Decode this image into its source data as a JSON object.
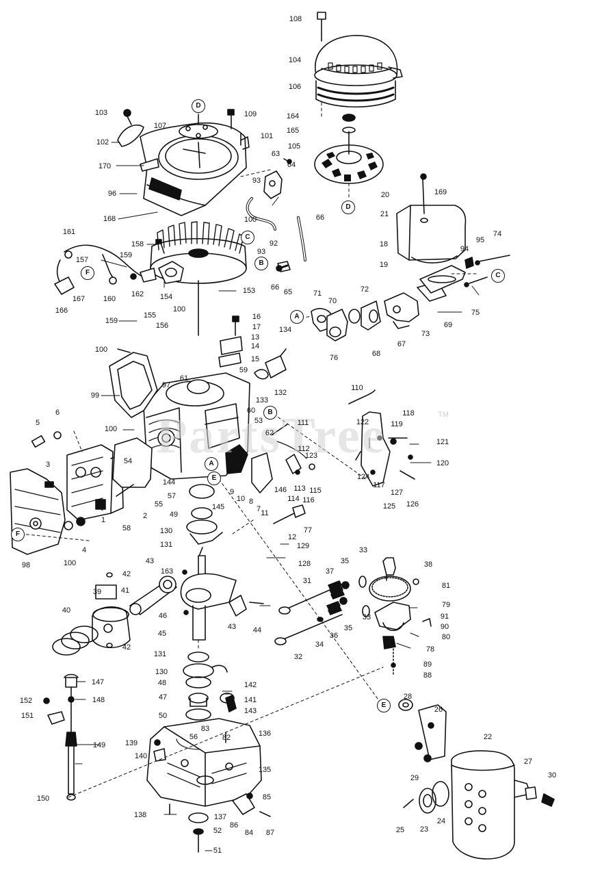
{
  "watermark": {
    "text": "PartsTree",
    "tm": "TM"
  },
  "callouts": {
    "D1": "D",
    "D2": "D",
    "C1": "C",
    "C2": "C",
    "B1": "B",
    "B2": "B",
    "A1": "A",
    "A2": "A",
    "E1": "E",
    "E2": "E",
    "F1": "F",
    "F2": "F"
  },
  "labels": {
    "p1": "1",
    "p2": "2",
    "p3": "3",
    "p4": "4",
    "p5": "5",
    "p6": "6",
    "p7": "7",
    "p8": "8",
    "p9": "9",
    "p10": "10",
    "p11": "11",
    "p12": "12",
    "p13": "13",
    "p14": "14",
    "p15": "15",
    "p16": "16",
    "p17": "17",
    "p18": "18",
    "p19": "19",
    "p20": "20",
    "p21": "21",
    "p22": "22",
    "p23": "23",
    "p24": "24",
    "p25": "25",
    "p26": "26",
    "p27": "27",
    "p28": "28",
    "p29": "29",
    "p30": "30",
    "p31": "31",
    "p32": "32",
    "p33a": "33",
    "p33b": "33",
    "p34": "34",
    "p35a": "35",
    "p35b": "35",
    "p36": "36",
    "p37": "37",
    "p38": "38",
    "p39": "39",
    "p40": "40",
    "p41": "41",
    "p42a": "42",
    "p42b": "42",
    "p43a": "43",
    "p43b": "43",
    "p44": "44",
    "p45": "45",
    "p46": "46",
    "p47": "47",
    "p48": "48",
    "p49": "49",
    "p50": "50",
    "p51": "51",
    "p52": "52",
    "p53": "53",
    "p54": "54",
    "p55": "55",
    "p56": "56",
    "p57": "57",
    "p58": "58",
    "p59": "59",
    "p60": "60",
    "p61": "61",
    "p62": "62",
    "p63": "63",
    "p64": "64",
    "p65": "65",
    "p66a": "66",
    "p66b": "66",
    "p67": "67",
    "p68": "68",
    "p69": "69",
    "p70": "70",
    "p71": "71",
    "p72": "72",
    "p73": "73",
    "p74": "74",
    "p75": "75",
    "p76": "76",
    "p77": "77",
    "p78": "78",
    "p79": "79",
    "p80": "80",
    "p81": "81",
    "p82": "82",
    "p83": "83",
    "p84": "84",
    "p85": "85",
    "p86": "86",
    "p87": "87",
    "p88": "88",
    "p89": "89",
    "p90": "90",
    "p91": "91",
    "p92": "92",
    "p93a": "93",
    "p93b": "93",
    "p94": "94",
    "p95": "95",
    "p96": "96",
    "p97": "97",
    "p98": "98",
    "p99": "99",
    "p100a": "100",
    "p100b": "100",
    "p100c": "100",
    "p100d": "100",
    "p100e": "100",
    "p101": "101",
    "p102": "102",
    "p103": "103",
    "p104": "104",
    "p105": "105",
    "p106": "106",
    "p107": "107",
    "p108": "108",
    "p109": "109",
    "p110": "110",
    "p111": "111",
    "p112": "112",
    "p113": "113",
    "p114": "114",
    "p115": "115",
    "p116": "116",
    "p117": "117",
    "p118": "118",
    "p119": "119",
    "p120": "120",
    "p121": "121",
    "p122": "122",
    "p123": "123",
    "p124": "124",
    "p125": "125",
    "p126": "126",
    "p127": "127",
    "p128": "128",
    "p129": "129",
    "p130a": "130",
    "p130b": "130",
    "p131a": "131",
    "p131b": "131",
    "p132": "132",
    "p133": "133",
    "p134": "134",
    "p135": "135",
    "p136": "136",
    "p137": "137",
    "p138": "138",
    "p139": "139",
    "p140": "140",
    "p141": "141",
    "p142": "142",
    "p143": "143",
    "p144": "144",
    "p145": "145",
    "p146": "146",
    "p147": "147",
    "p148": "148",
    "p149": "149",
    "p150": "150",
    "p151": "151",
    "p152": "152",
    "p153": "153",
    "p154": "154",
    "p155": "155",
    "p156": "156",
    "p157": "157",
    "p158": "158",
    "p159a": "159",
    "p159b": "159",
    "p160": "160",
    "p161": "161",
    "p162": "162",
    "p163": "163",
    "p164": "164",
    "p165": "165",
    "p166": "166",
    "p167": "167",
    "p168": "168",
    "p169": "169",
    "p170": "170"
  }
}
